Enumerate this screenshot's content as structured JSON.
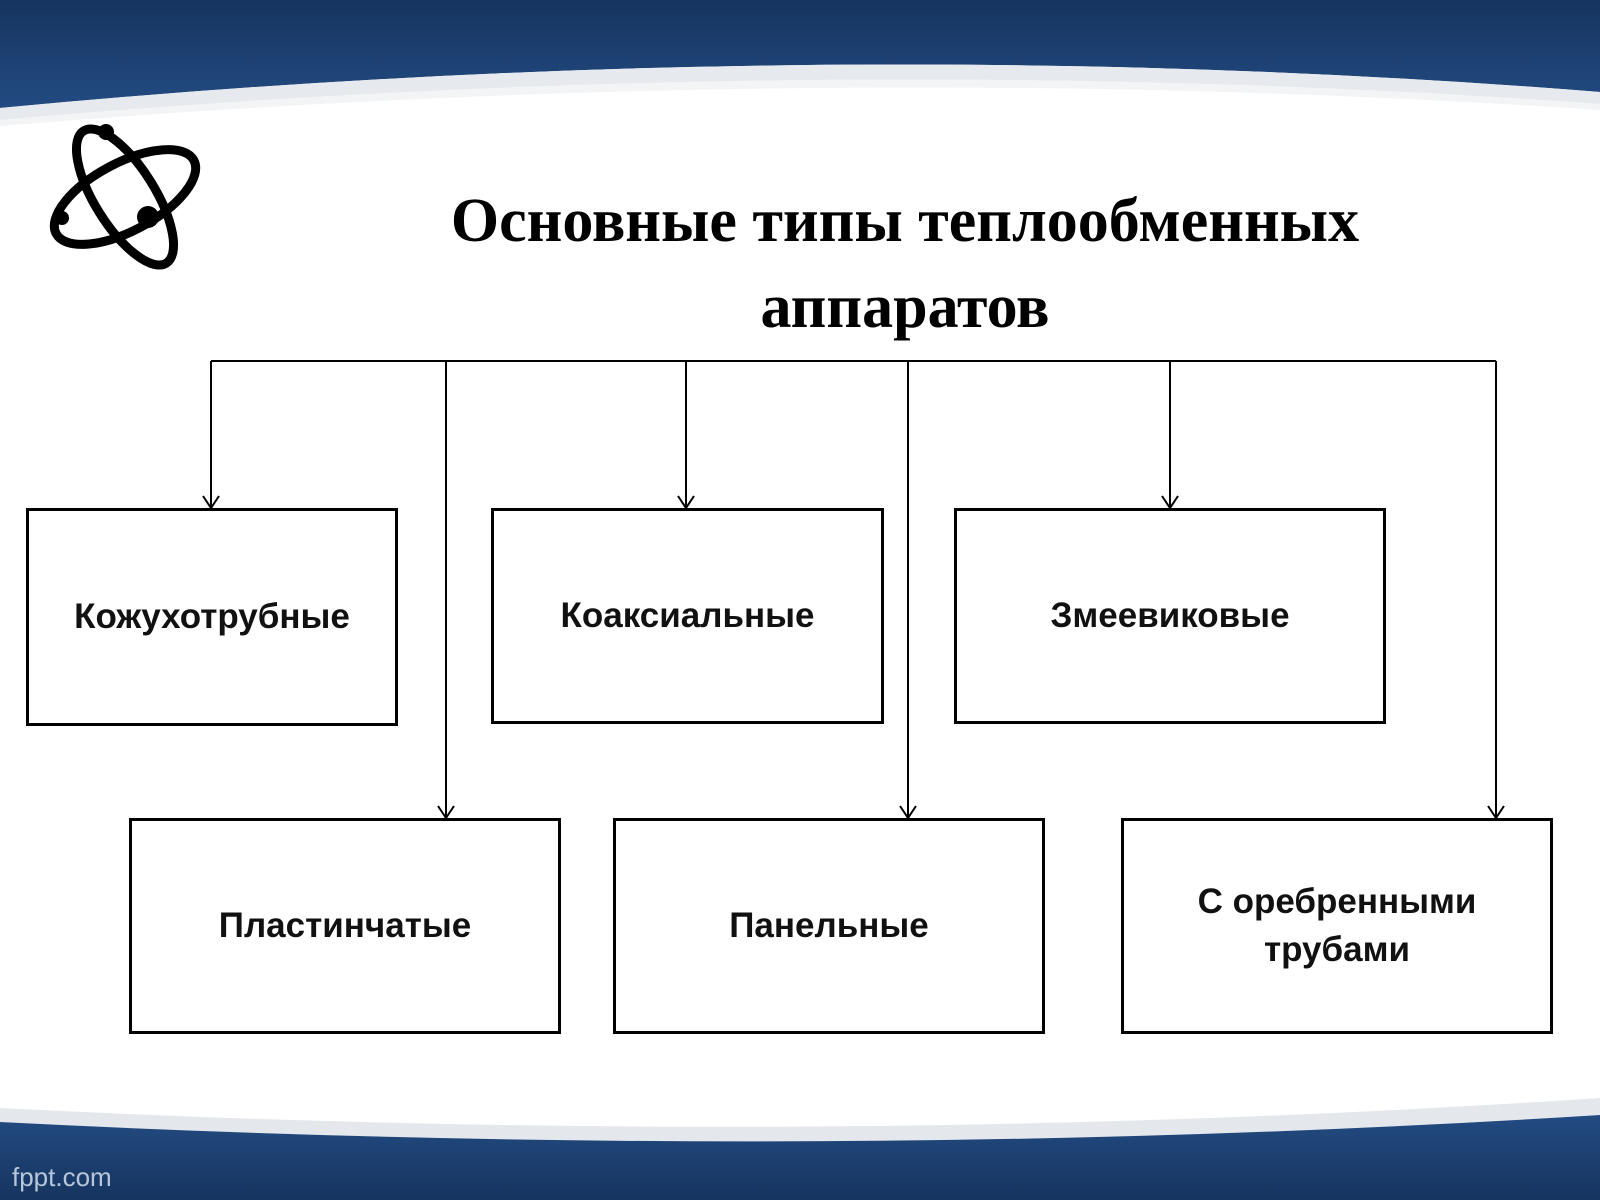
{
  "slide": {
    "title_line1": "Основные типы теплообменных",
    "title_line2": "аппаратов",
    "watermark": "fppt.com"
  },
  "colors": {
    "banner": "#1b3c6e",
    "background": "#ffffff",
    "line": "#000000",
    "text": "#000000"
  },
  "logo": {
    "icon": "atom-icon"
  },
  "diagram": {
    "types_row1": [
      "Кожухотрубные",
      "Коаксиальные",
      "Змеевиковые"
    ],
    "types_row2": [
      "Пластинчатые",
      "Панельные",
      "С оребренными трубами"
    ]
  }
}
